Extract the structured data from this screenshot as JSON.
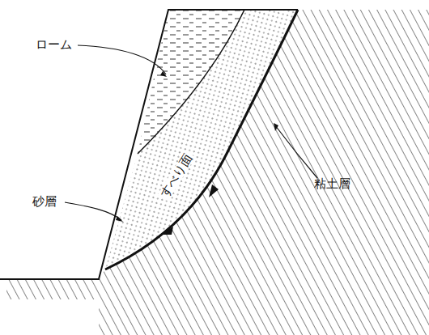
{
  "diagram": {
    "labels": [
      "ローム",
      "砂層",
      "すべり面",
      "粘土層"
    ]
  }
}
